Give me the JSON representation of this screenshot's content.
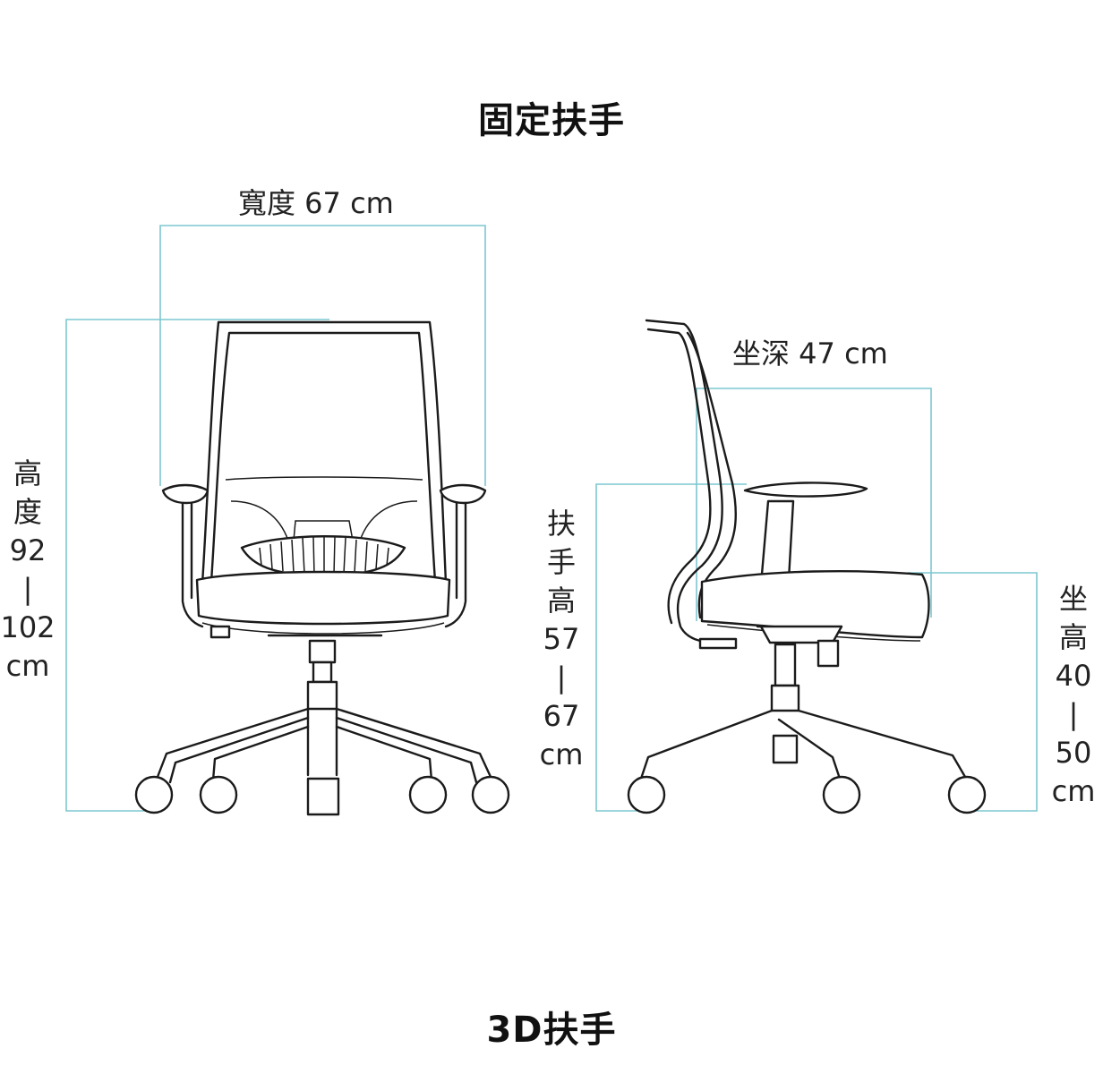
{
  "title_top": "固定扶手",
  "title_bottom": "3D扶手",
  "dimensions": {
    "width": "寬度 67 cm",
    "seat_depth": "坐深 47 cm",
    "height": [
      "高",
      "度",
      "92",
      "|",
      "102",
      "cm"
    ],
    "armrest_height": [
      "扶",
      "手",
      "高",
      "57",
      "|",
      "67",
      "cm"
    ],
    "seat_height": [
      "坐",
      "高",
      "40",
      "|",
      "50",
      "cm"
    ]
  },
  "colors": {
    "dimension_line": "#7cc7cf",
    "outline": "#1b1b1b"
  }
}
